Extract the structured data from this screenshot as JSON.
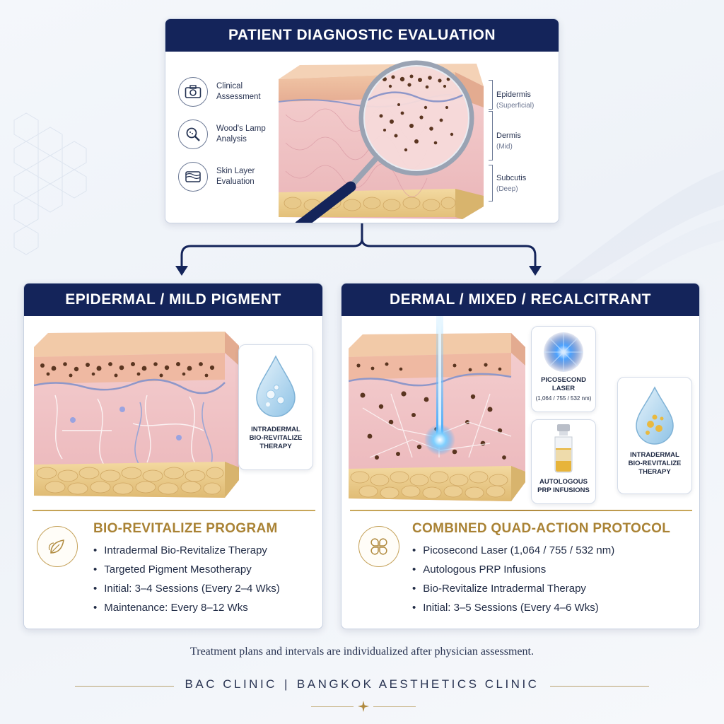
{
  "diagnostic": {
    "title": "PATIENT DIAGNOSTIC EVALUATION",
    "methods": [
      {
        "icon": "camera-icon",
        "label": "Clinical Assessment"
      },
      {
        "icon": "magnifier-icon",
        "label": "Wood's Lamp Analysis"
      },
      {
        "icon": "skin-layers-icon",
        "label": "Skin Layer Evaluation"
      }
    ],
    "layers": [
      {
        "name": "Epidermis",
        "depth": "(Superficial)"
      },
      {
        "name": "Dermis",
        "depth": "(Mid)"
      },
      {
        "name": "Subcutis",
        "depth": "(Deep)"
      }
    ]
  },
  "left": {
    "title": "EPIDERMAL / MILD PIGMENT",
    "treatment_card": "INTRADERMAL BIO-REVITALIZE THERAPY",
    "program": {
      "title": "BIO-REVITALIZE PROGRAM",
      "items": [
        "Intradermal Bio-Revitalize Therapy",
        "Targeted Pigment Mesotherapy",
        "Initial: 3–4 Sessions (Every 2–4 Wks)",
        "Maintenance: Every 8–12 Wks"
      ]
    }
  },
  "right": {
    "title": "DERMAL / MIXED / RECALCITRANT",
    "cards": {
      "laser": "PICOSECOND LASER",
      "laser_wavelengths": "(1,064 / 755 / 532 nm)",
      "prp": "AUTOLOGOUS PRP INFUSIONS",
      "bio": "INTRADERMAL BIO-REVITALIZE THERAPY"
    },
    "program": {
      "title": "COMBINED QUAD-ACTION PROTOCOL",
      "items": [
        "Picosecond Laser (1,064 / 755 / 532 nm)",
        "Autologous PRP Infusions",
        "Bio-Revitalize Intradermal Therapy",
        "Initial: 3–5 Sessions (Every 4–6 Wks)"
      ]
    }
  },
  "footer": {
    "note": "Treatment plans and intervals are individualized after physician assessment.",
    "brand_left": "BAC CLINIC",
    "brand_sep": "|",
    "brand_right": "BANGKOK AESTHETICS CLINIC"
  },
  "colors": {
    "header_navy": "#14245a",
    "gold": "#a98234",
    "skin_pink": "#f2c6c6",
    "pigment_brown": "#5a3520"
  }
}
